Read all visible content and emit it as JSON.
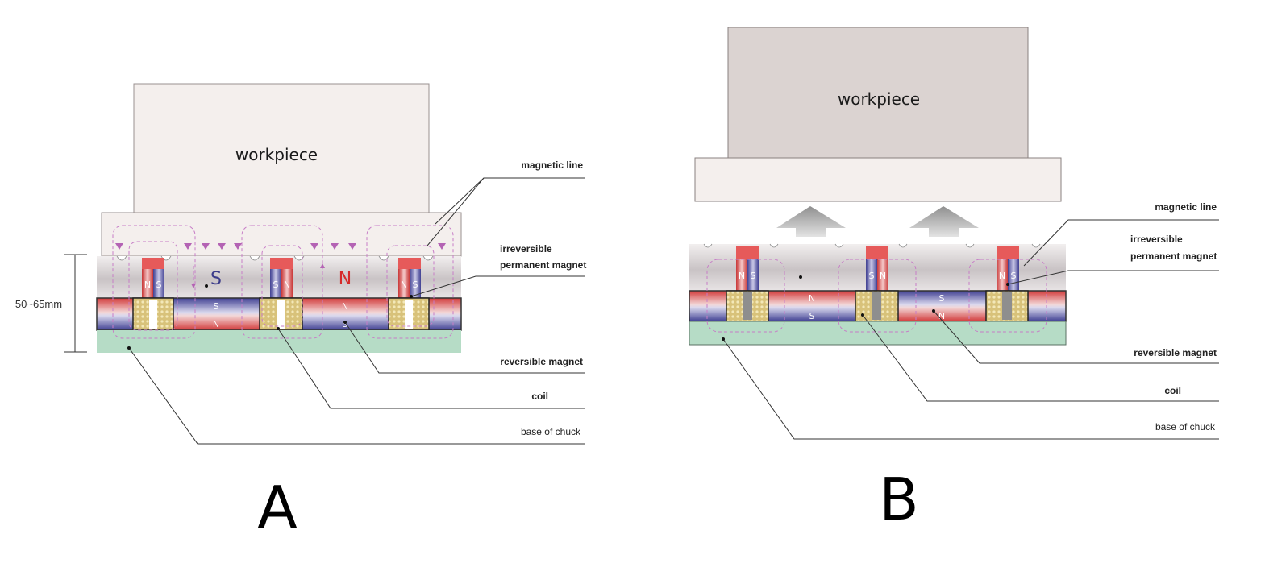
{
  "figure_a": {
    "panel_label": "A",
    "workpiece_label": "workpiece",
    "dimension_label": "50~65mm",
    "big_pole_left": "S",
    "big_pole_right": "N",
    "labels": {
      "magnetic_line": "magnetic line",
      "irreversible_line1": "irreversible",
      "irreversible_line2": "permanent magnet",
      "reversible_magnet": "reversible magnet",
      "coil": "coil",
      "base_of_chuck": "base of chuck"
    },
    "magnet_poles": [
      [
        "N",
        "S"
      ],
      [
        "S",
        "N"
      ],
      [
        "N",
        "S"
      ]
    ],
    "reversible_poles": [
      [
        "S",
        "N"
      ],
      [
        "N",
        "S"
      ]
    ]
  },
  "figure_b": {
    "panel_label": "B",
    "workpiece_label": "workpiece",
    "labels": {
      "magnetic_line": "magnetic line",
      "irreversible_line1": "irreversible",
      "irreversible_line2": "permanent magnet",
      "reversible_magnet": "reversible magnet",
      "coil": "coil",
      "base_of_chuck": "base of chuck"
    },
    "magnet_poles": [
      [
        "N",
        "S"
      ],
      [
        "S",
        "N"
      ],
      [
        "N",
        "S"
      ]
    ],
    "reversible_poles": [
      [
        "N",
        "S"
      ],
      [
        "S",
        "N"
      ]
    ]
  },
  "colors": {
    "workpiece_a": "#f4efed",
    "workpiece_b": "#dbd3d1",
    "base": "#b6dcc6",
    "magnet_red": "#e65a5a",
    "magnet_blue": "#4a4a9a",
    "coil": "#d8c27a",
    "flux": "#c77dc7",
    "arrow": "#a9a9a9"
  }
}
